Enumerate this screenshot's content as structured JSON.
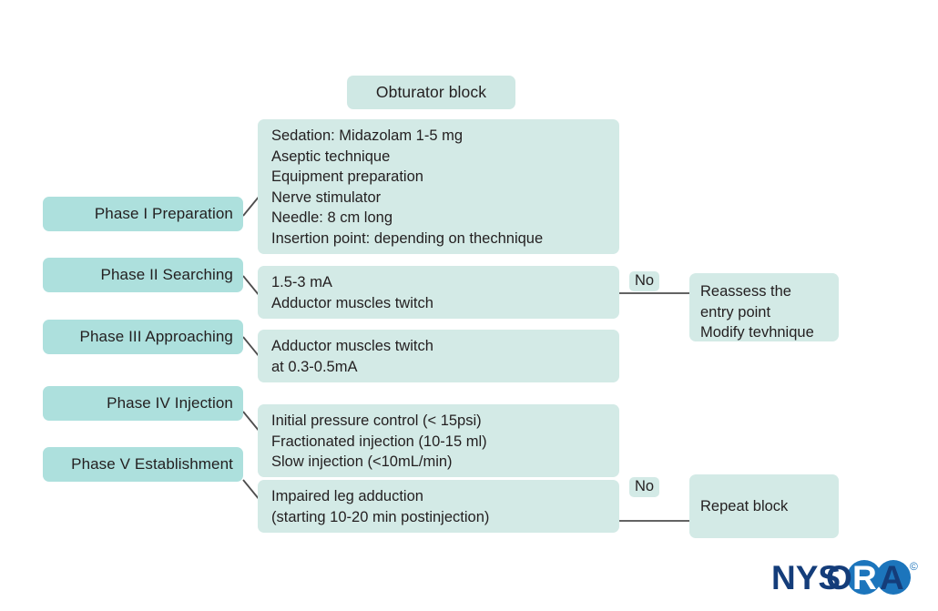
{
  "title": {
    "label": "Obturator block"
  },
  "phases": [
    {
      "name": "phase-1",
      "label": "Phase I Preparation"
    },
    {
      "name": "phase-2",
      "label": "Phase II Searching"
    },
    {
      "name": "phase-3",
      "label": "Phase III Approaching"
    },
    {
      "name": "phase-4",
      "label": "Phase IV Injection"
    },
    {
      "name": "phase-5",
      "label": "Phase V Establishment"
    }
  ],
  "content": [
    {
      "name": "content-preparation",
      "lines": [
        "Sedation: Midazolam 1-5 mg",
        "Aseptic technique",
        "Equipment preparation",
        "Nerve stimulator",
        "Needle: 8 cm long",
        "Insertion point: depending on thechnique"
      ]
    },
    {
      "name": "content-searching",
      "lines": [
        "1.5-3 mA",
        "Adductor muscles twitch"
      ]
    },
    {
      "name": "content-approaching",
      "lines": [
        "Adductor muscles twitch",
        "at 0.3-0.5mA"
      ]
    },
    {
      "name": "content-injection",
      "lines": [
        "Initial pressure control (< 15psi)",
        "Fractionated injection (10-15 ml)",
        "Slow injection (<10mL/min)"
      ]
    },
    {
      "name": "content-establishment",
      "lines": [
        "Impaired leg adduction",
        "(starting 10-20 min postinjection)"
      ]
    }
  ],
  "branches": [
    {
      "name": "branch-reassess",
      "condition_label": "No",
      "lines": [
        "Reassess the",
        "entry point",
        "Modify tevhnique"
      ]
    },
    {
      "name": "branch-repeat",
      "condition_label": "No",
      "lines": [
        "Repeat block"
      ]
    }
  ],
  "logo": {
    "text_part1": "NYS",
    "letter_o": "O",
    "letter_r": "R",
    "letter_a": "A",
    "copyright": "©",
    "navy": "#143d7a",
    "blue": "#1c75bc"
  },
  "colors": {
    "phase_fill": "#ade0dd",
    "content_fill": "#d3eae6",
    "title_fill": "#cfe8e4",
    "line": "#4d4d4d",
    "text": "#231f20"
  }
}
